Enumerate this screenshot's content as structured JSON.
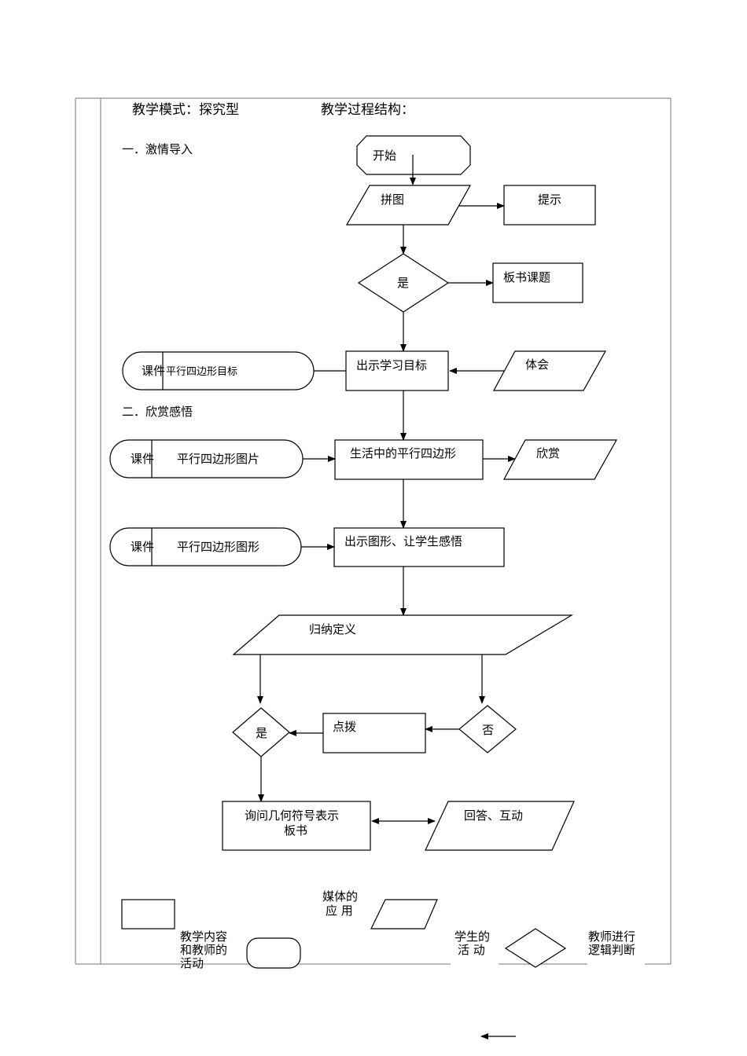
{
  "header": {
    "mode": "教学模式：探究型",
    "structure": "教学过程结构："
  },
  "sections": {
    "s1": "一．激情导入",
    "s2": "二．欣赏感悟"
  },
  "nodes": {
    "start": "开始",
    "puzzle": "拼图",
    "hint": "提示",
    "yes1": "是",
    "board_title": "板书课题",
    "show_goal": "出示学习目标",
    "courseware1_a": "课件",
    "courseware1_b": "平行四边形目标",
    "experience": "体会",
    "life_parallelogram": "生活中的平行四边形",
    "courseware2_a": "课件",
    "courseware2_b": "平行四边形图片",
    "appreciate": "欣赏",
    "show_figure": "出示图形、让学生感悟",
    "courseware3_a": "课件",
    "courseware3_b": "平行四边形图形",
    "summarize": "归纳定义",
    "yes2": "是",
    "no": "否",
    "guide": "点拨",
    "ask_line1": "询问几何符号表示",
    "ask_line2": "板书",
    "answer": "回答、互动"
  },
  "legend": {
    "media_1": "媒体的",
    "media_2": "应 用",
    "content_1": "教学内容",
    "content_2": "和教师的",
    "content_3": "活动",
    "student_1": "学生的",
    "student_2": "活 动",
    "logic_1": "教师进行",
    "logic_2": "逻辑判断"
  }
}
